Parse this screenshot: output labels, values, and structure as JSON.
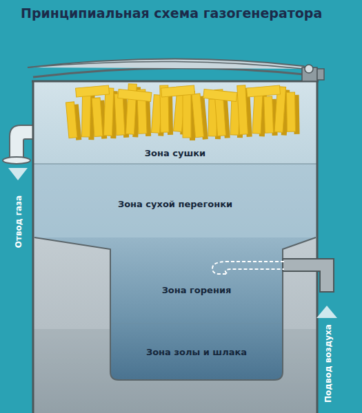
{
  "diagram": {
    "title": "Принципиальная схема газогенератора",
    "nodes": [
      {
        "text": [
          "Зона сушки"
        ]
      },
      {
        "text": [
          "Зона сухой перегонки"
        ]
      },
      {
        "text": [
          "Зона горения"
        ]
      },
      {
        "text": [
          "Зона золы и шлака"
        ]
      }
    ],
    "labels": [
      "Отвод газа",
      "Подвод воздуха"
    ]
  }
}
